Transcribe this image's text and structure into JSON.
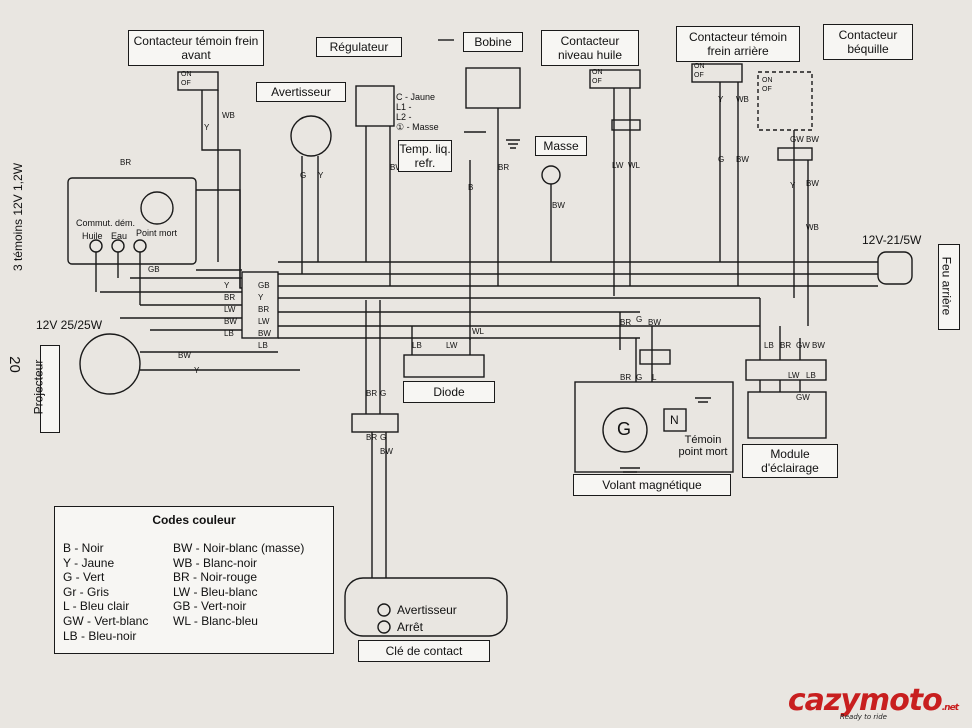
{
  "page_number": "20",
  "boxes": {
    "frein_avant": "Contacteur témoin frein avant",
    "regulateur": "Régulateur",
    "bobine": "Bobine",
    "niveau_huile": "Contacteur niveau huile",
    "frein_arriere": "Contacteur témoin frein arrière",
    "bequille": "Contacteur béquille",
    "avertisseur": "Avertisseur",
    "temp": "Temp. liq. refr.",
    "masse": "Masse",
    "diode": "Diode",
    "volant": "Volant magnétique",
    "module": "Module d'éclairage",
    "cle": "Clé de contact",
    "temoin_pm": "Témoin point mort"
  },
  "side_labels": {
    "temoins": "3 témoins 12V 1,2W",
    "projecteur": "Projecteur",
    "feu_arriere": "Feu arrière"
  },
  "ratings": {
    "projecteur": "12V 25/25W",
    "feu_arriere": "12V-21/5W"
  },
  "dash": {
    "commut": "Commut. dém.",
    "huile": "Huile",
    "eau": "Eau",
    "point_mort": "Point mort"
  },
  "regulator_pins": [
    "C - Jaune",
    "L1 -",
    "L2 -",
    "① - Masse"
  ],
  "switch_labels": {
    "on": "ON",
    "off": "OF"
  },
  "key_labels": {
    "avertisseur": "Avertisseur",
    "arret": "Arrêt"
  },
  "component_letters": {
    "generator": "G",
    "neutral": "N"
  },
  "wire_labels": [
    "Y",
    "WB",
    "BR",
    "G",
    "Y",
    "BW",
    "B",
    "BR",
    "BW",
    "LW",
    "WL",
    "Y",
    "WB",
    "G",
    "BW",
    "GW",
    "BW",
    "Y",
    "BW",
    "WB",
    "GB",
    "Y",
    "BR",
    "LW",
    "BW",
    "LB",
    "GB",
    "Y",
    "BR",
    "LW",
    "BW",
    "LB",
    "BW",
    "Y",
    "LB",
    "LW",
    "WL",
    "BR",
    "G",
    "BR",
    "G",
    "BW",
    "BR",
    "G",
    "BW",
    "BR",
    "G",
    "L",
    "LB",
    "BR",
    "GW",
    "BW",
    "LW",
    "LB",
    "GW"
  ],
  "legend": {
    "title": "Codes couleur",
    "left": [
      "B - Noir",
      "Y - Jaune",
      "G - Vert",
      "Gr - Gris",
      "L - Bleu clair",
      "GW - Vert-blanc",
      "LB - Bleu-noir"
    ],
    "right": [
      "BW - Noir-blanc (masse)",
      "WB - Blanc-noir",
      "BR - Noir-rouge",
      "LW - Bleu-blanc",
      "GB - Vert-noir",
      "WL - Blanc-bleu"
    ]
  },
  "watermark": {
    "brand": "cazymoto",
    "tagline": "Ready to ride",
    "tld": ".net",
    "color": "#c81f1f"
  }
}
